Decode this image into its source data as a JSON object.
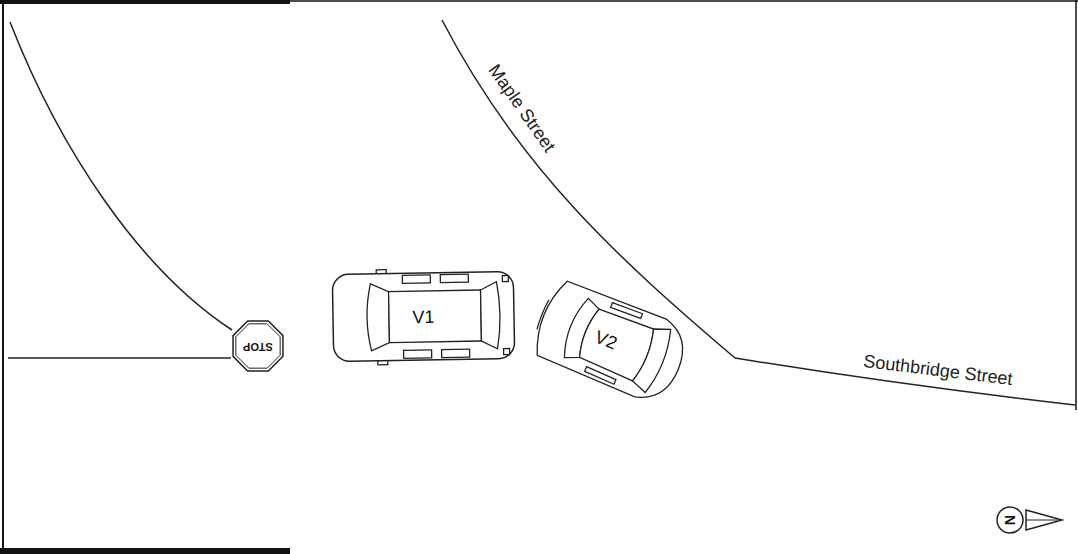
{
  "diagram": {
    "nodes": [
      {
        "text": [
          "V1"
        ]
      },
      {
        "text": [
          "V2"
        ]
      },
      {
        "text": [
          "STOP"
        ]
      },
      {
        "text": [
          "N"
        ]
      }
    ],
    "labels": [
      "Maple Street",
      "Southbridge Street"
    ]
  }
}
